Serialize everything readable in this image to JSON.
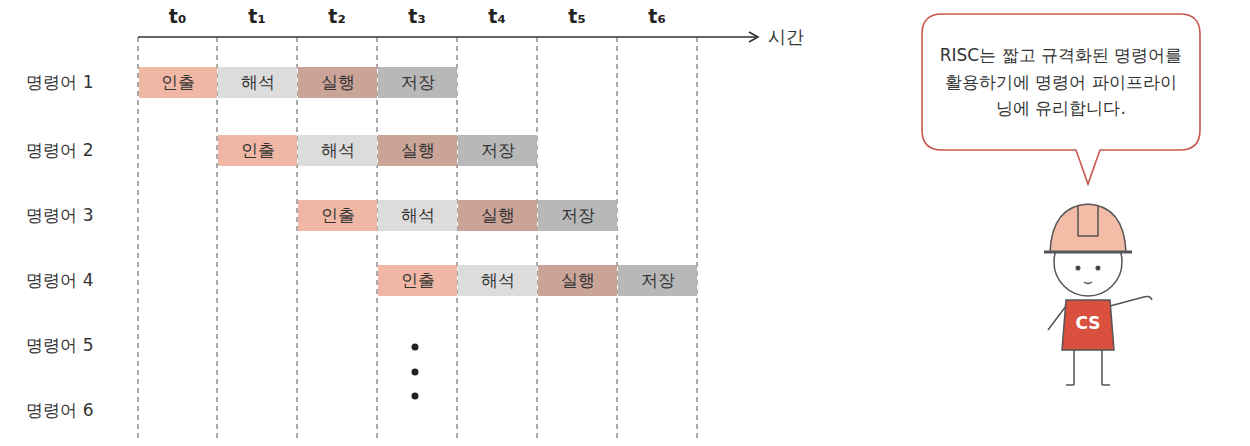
{
  "diagram": {
    "nodes": [
      {
        "text": [
          "인출"
        ]
      },
      {
        "text": [
          "해석"
        ]
      },
      {
        "text": [
          "실행"
        ]
      },
      {
        "text": [
          "저장"
        ]
      },
      {
        "text": [
          "인출"
        ]
      },
      {
        "text": [
          "해석"
        ]
      },
      {
        "text": [
          "실행"
        ]
      },
      {
        "text": [
          "저장"
        ]
      },
      {
        "text": [
          "인출"
        ]
      },
      {
        "text": [
          "해석"
        ]
      },
      {
        "text": [
          "실행"
        ]
      },
      {
        "text": [
          "저장"
        ]
      },
      {
        "text": [
          "인출"
        ]
      },
      {
        "text": [
          "해석"
        ]
      },
      {
        "text": [
          "실행"
        ]
      },
      {
        "text": [
          "저장"
        ]
      },
      {
        "text": [
          "RISC는 짧고 규격화된 명령어를 활용하기에 명령어 파이프라이닝에 유리합니다."
        ]
      }
    ],
    "labels": [
      "t₀",
      "t₁",
      "t₂",
      "t₃",
      "t₄",
      "t₅",
      "t₆",
      "시간",
      "명령어 1",
      "명령어 2",
      "명령어 3",
      "명령어 4",
      "명령어 5",
      "명령어 6",
      "CS"
    ]
  }
}
